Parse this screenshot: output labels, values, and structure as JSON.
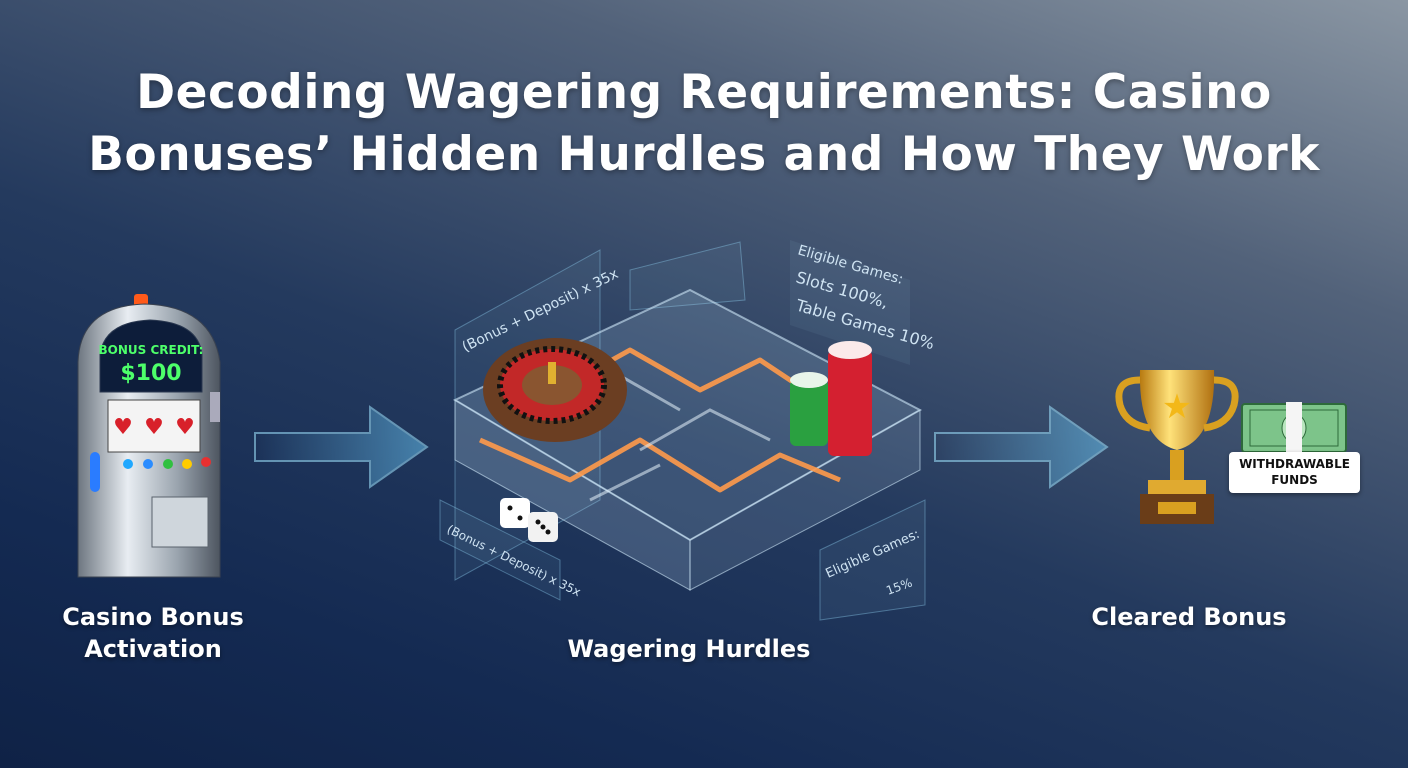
{
  "title": {
    "line1": "Decoding Wagering Requirements: Casino",
    "line2": "Bonuses’ Hidden Hurdles and How They Work"
  },
  "stages": [
    {
      "label_line1": "Casino Bonus",
      "label_line2": "Activation",
      "screen_line1": "BONUS CREDIT:",
      "screen_line2": "$100",
      "icon": "slot-machine-icon"
    },
    {
      "label_line1": "Wagering Hurdles",
      "icon": "maze-icon",
      "panels": [
        "(Bonus + Deposit) x 35x",
        "Eligible Games:",
        "Slots 100%,",
        "Table Games 10%",
        "(Bonus + Deposit) x 35x",
        "Eligible Games:",
        "15%"
      ]
    },
    {
      "label_line1": "Cleared Bonus",
      "badge": "WITHDRAWABLE FUNDS",
      "icon": "trophy-icon"
    }
  ],
  "colors": {
    "accent_arrow": "#6fd0ff",
    "maze_glow": "#ff9a4a",
    "screen_text": "#4dff6a"
  }
}
